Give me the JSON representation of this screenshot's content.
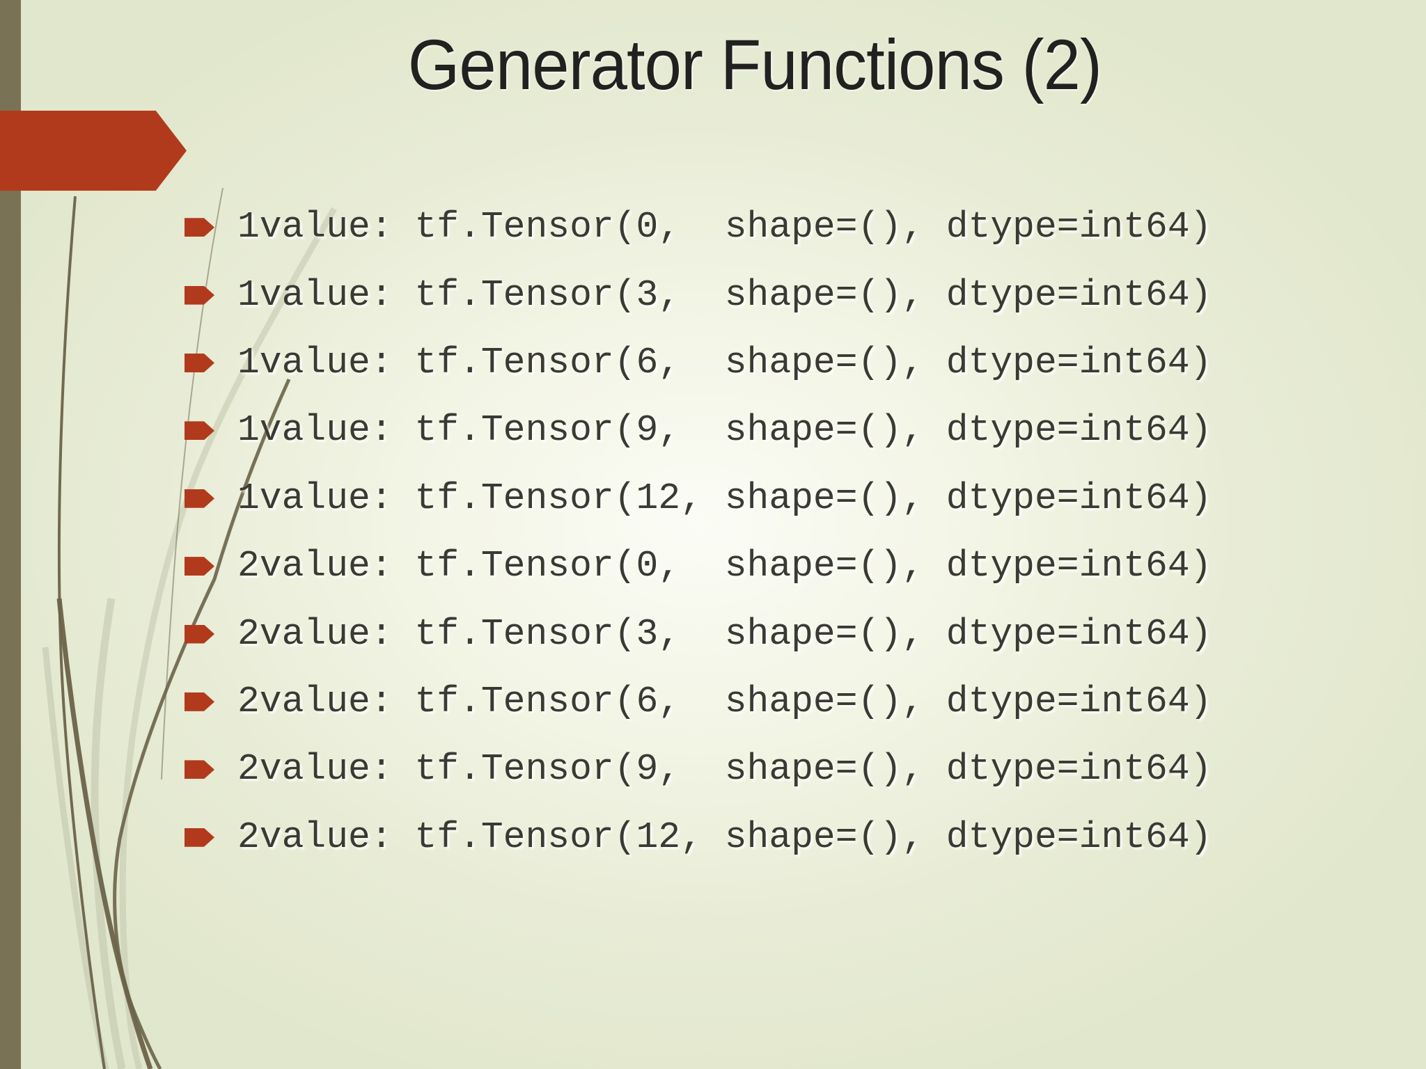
{
  "slide": {
    "title": "Generator Functions (2)",
    "bullets": [
      "1value: tf.Tensor(0,  shape=(), dtype=int64)",
      "1value: tf.Tensor(3,  shape=(), dtype=int64)",
      "1value: tf.Tensor(6,  shape=(), dtype=int64)",
      "1value: tf.Tensor(9,  shape=(), dtype=int64)",
      "1value: tf.Tensor(12, shape=(), dtype=int64)",
      "2value: tf.Tensor(0,  shape=(), dtype=int64)",
      "2value: tf.Tensor(3,  shape=(), dtype=int64)",
      "2value: tf.Tensor(6,  shape=(), dtype=int64)",
      "2value: tf.Tensor(9,  shape=(), dtype=int64)",
      "2value: tf.Tensor(12, shape=(), dtype=int64)"
    ],
    "colors": {
      "accent_red": "#B23A1C",
      "sidebar_olive": "#7A7254",
      "body_text": "#3A3A33",
      "title_text": "#212120",
      "curve_dark": "#6A6349",
      "curve_light": "#C2C6AD",
      "background_center": "#FBFCF5",
      "background_edge": "#E1E7CC"
    }
  }
}
